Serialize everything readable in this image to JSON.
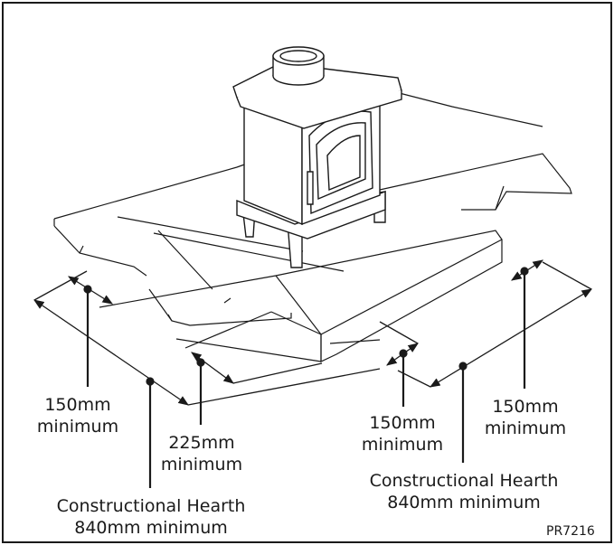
{
  "figure": {
    "reference_code": "PR7216",
    "colors": {
      "line": "#1a1a1a",
      "frame": "#1a1a1a",
      "background": "#ffffff"
    }
  },
  "labels": {
    "left_side_clearance": {
      "value": "150mm",
      "note": "minimum"
    },
    "front_clearance": {
      "value": "225mm",
      "note": "minimum"
    },
    "right_front_clearance": {
      "value": "150mm",
      "note": "minimum"
    },
    "right_side_clearance": {
      "value": "150mm",
      "note": "minimum"
    },
    "hearth_width_front": {
      "line1": "Constructional Hearth",
      "line2": "840mm minimum"
    },
    "hearth_depth_side": {
      "line1": "Constructional Hearth",
      "line2": "840mm minimum"
    }
  }
}
